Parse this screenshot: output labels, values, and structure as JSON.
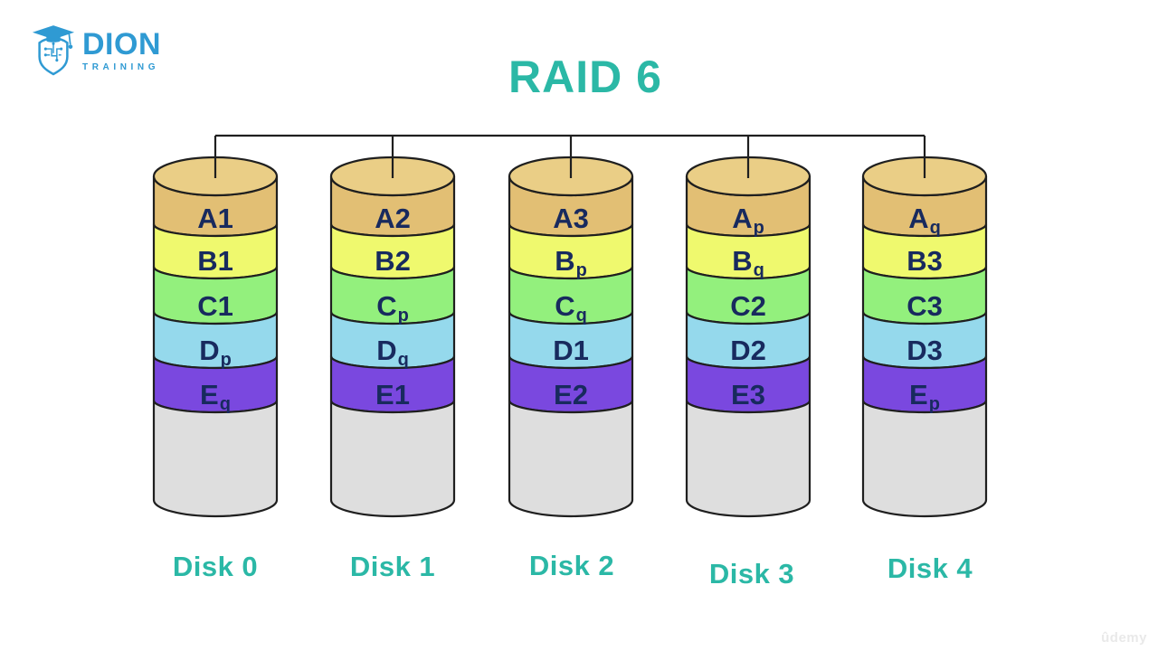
{
  "logo": {
    "brand": "DION",
    "sub": "TRAINING",
    "color": "#2F9AD3"
  },
  "title": {
    "text": "RAID 6",
    "color": "#2BB8A6"
  },
  "watermark": {
    "text": "ûdemy"
  },
  "diagram": {
    "colors": {
      "band_a_top": "#EACE86",
      "band_a": "#E2BF74",
      "band_b": "#EFF96E",
      "band_c": "#93F07D",
      "band_d": "#95D9EC",
      "band_e": "#7A48DF",
      "body": "#DEDEDE",
      "outline": "#1F1F1F",
      "block_text": "#182A5E",
      "label_teal": "#2BB8A6"
    },
    "disks": [
      {
        "label": "Disk 0",
        "blocks": [
          {
            "main": "A1",
            "sub": ""
          },
          {
            "main": "B1",
            "sub": ""
          },
          {
            "main": "C1",
            "sub": ""
          },
          {
            "main": "D",
            "sub": "p"
          },
          {
            "main": "E",
            "sub": "q"
          }
        ]
      },
      {
        "label": "Disk 1",
        "blocks": [
          {
            "main": "A2",
            "sub": ""
          },
          {
            "main": "B2",
            "sub": ""
          },
          {
            "main": "C",
            "sub": "p"
          },
          {
            "main": "D",
            "sub": "q"
          },
          {
            "main": "E1",
            "sub": ""
          }
        ]
      },
      {
        "label": "Disk 2",
        "blocks": [
          {
            "main": "A3",
            "sub": ""
          },
          {
            "main": "B",
            "sub": "p"
          },
          {
            "main": "C",
            "sub": "q"
          },
          {
            "main": "D1",
            "sub": ""
          },
          {
            "main": "E2",
            "sub": ""
          }
        ]
      },
      {
        "label": "Disk 3",
        "blocks": [
          {
            "main": "A",
            "sub": "p"
          },
          {
            "main": "B",
            "sub": "q"
          },
          {
            "main": "C2",
            "sub": ""
          },
          {
            "main": "D2",
            "sub": ""
          },
          {
            "main": "E3",
            "sub": ""
          }
        ]
      },
      {
        "label": "Disk 4",
        "blocks": [
          {
            "main": "A",
            "sub": "q"
          },
          {
            "main": "B3",
            "sub": ""
          },
          {
            "main": "C3",
            "sub": ""
          },
          {
            "main": "D3",
            "sub": ""
          },
          {
            "main": "E",
            "sub": "p"
          }
        ]
      }
    ]
  }
}
